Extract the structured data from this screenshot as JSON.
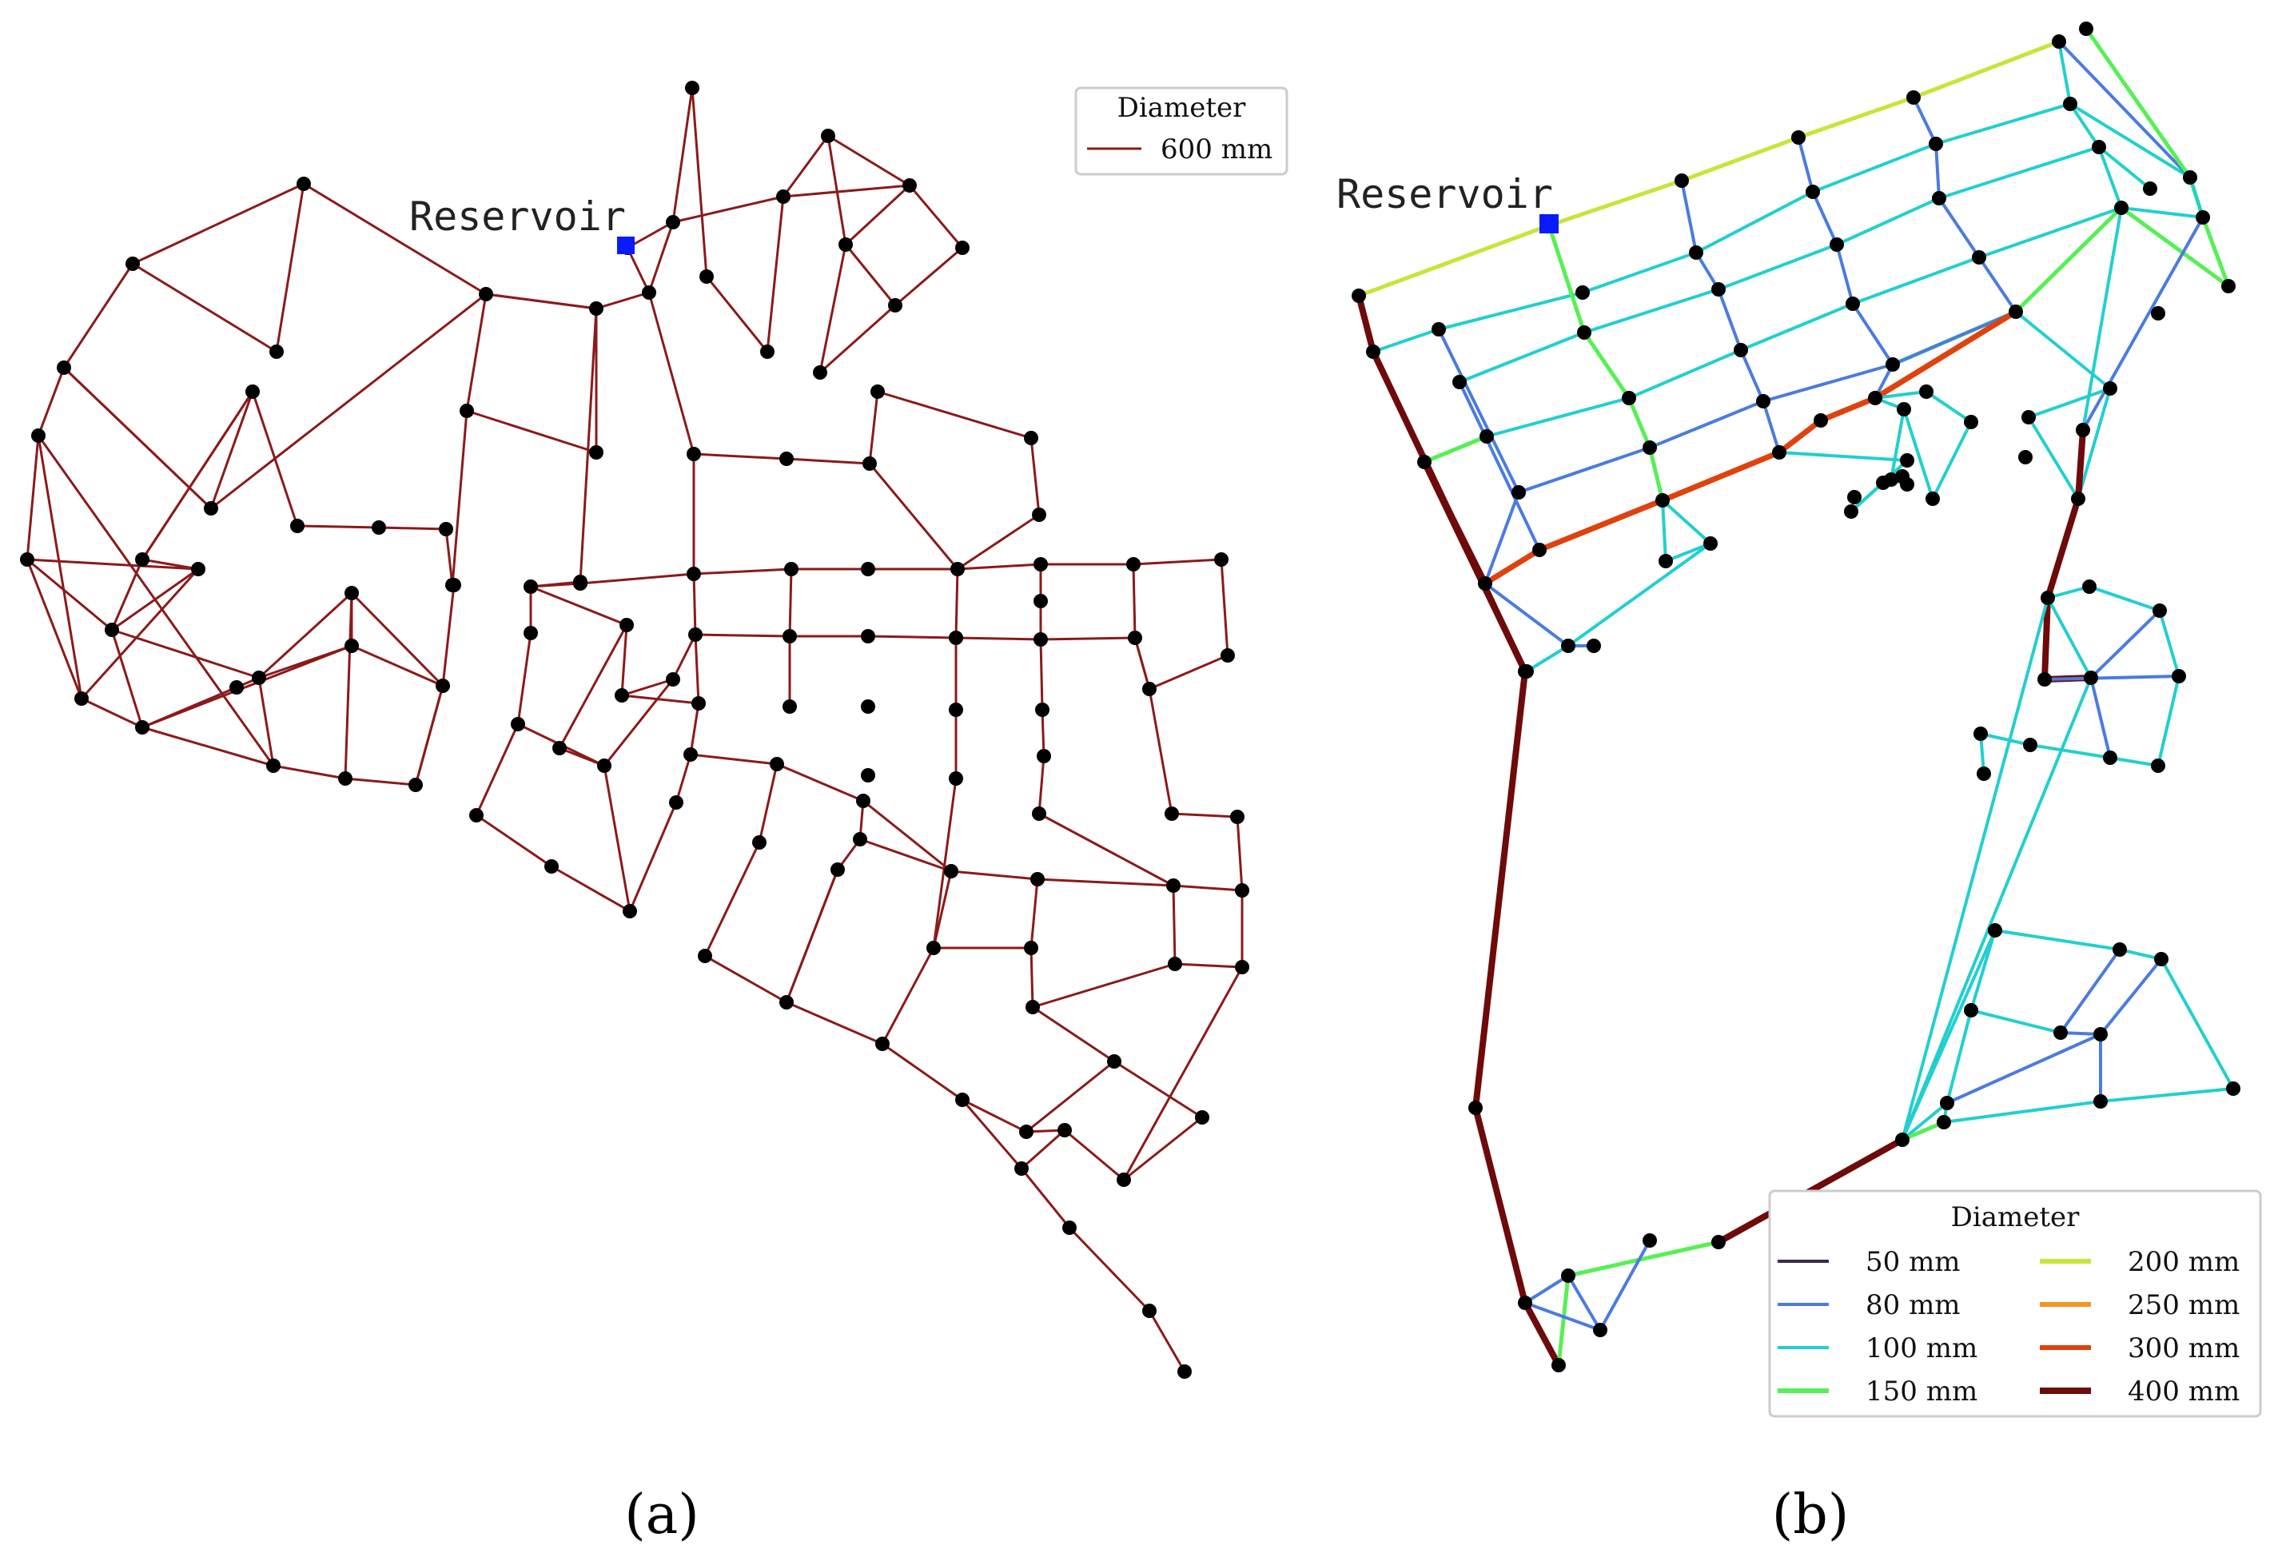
{
  "panels": [
    {
      "id": "a",
      "caption": "(a)",
      "reservoir_label": "Reservoir",
      "legend": {
        "title": "Diameter",
        "entries": [
          {
            "label": "600 mm",
            "color": "#8b1a1a"
          }
        ]
      }
    },
    {
      "id": "b",
      "caption": "(b)",
      "reservoir_label": "Reservoir",
      "legend": {
        "title": "Diameter",
        "entries": [
          {
            "label": "50 mm",
            "color": "#3b2a4f"
          },
          {
            "label": "80 mm",
            "color": "#4a7be0"
          },
          {
            "label": "100 mm",
            "color": "#22cfd0"
          },
          {
            "label": "150 mm",
            "color": "#55f055"
          },
          {
            "label": "200 mm",
            "color": "#c9e43a"
          },
          {
            "label": "250 mm",
            "color": "#f5941f"
          },
          {
            "label": "300 mm",
            "color": "#e0420f"
          },
          {
            "label": "400 mm",
            "color": "#6e0a0a"
          }
        ]
      }
    }
  ],
  "colors": {
    "node": "#000000",
    "reservoir": "#0a1aff"
  }
}
